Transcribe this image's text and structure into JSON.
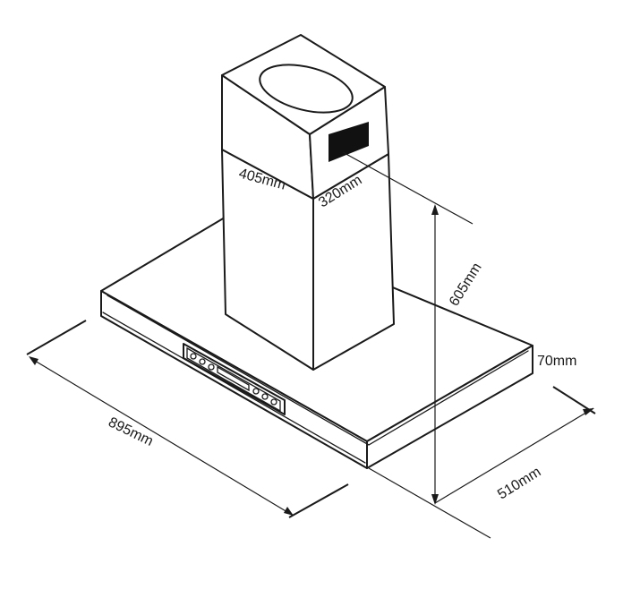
{
  "dimensions": {
    "chimney_width": "405mm",
    "chimney_depth": "320mm",
    "total_height": "605mm",
    "canopy_thickness": "70mm",
    "canopy_width": "895mm",
    "canopy_depth": "510mm"
  }
}
